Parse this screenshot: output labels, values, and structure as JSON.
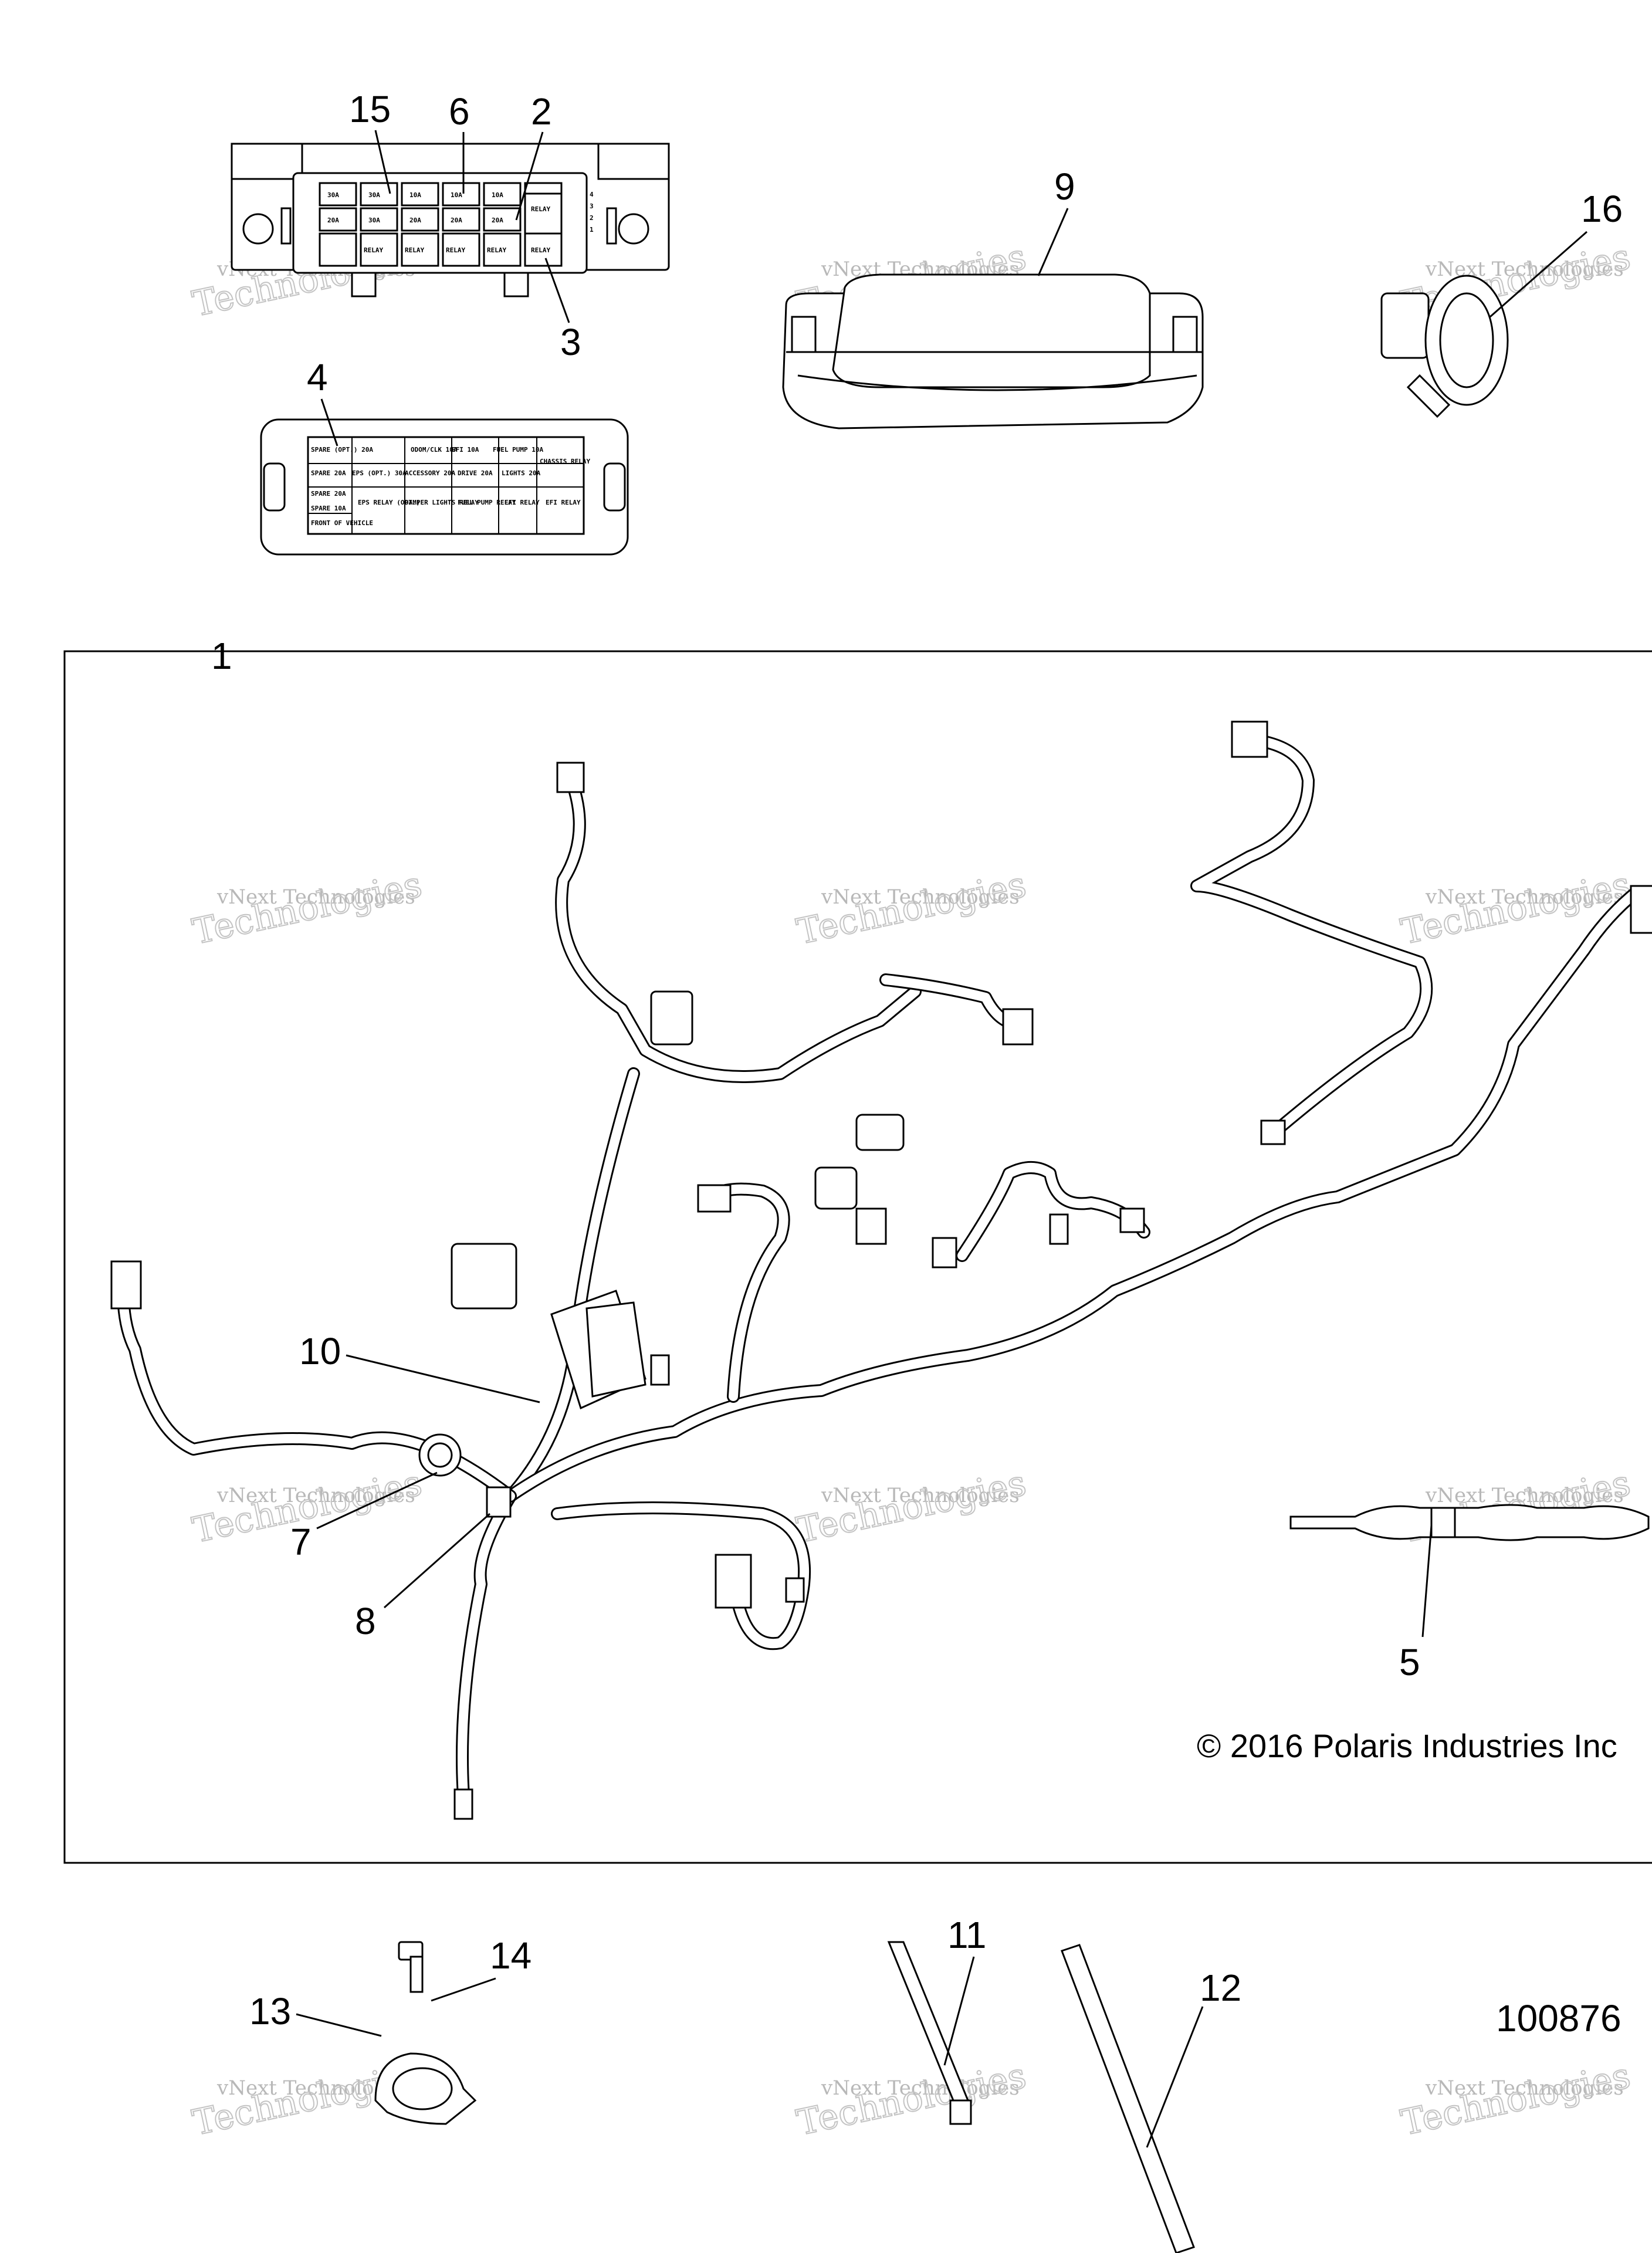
{
  "figure_id": "100876",
  "copyright": "© 2016 Polaris Industries Inc",
  "watermark": {
    "line1": "vNext Technologies",
    "line2": "Technologies"
  },
  "callouts": {
    "c1": "1",
    "c2": "2",
    "c3": "3",
    "c4": "4",
    "c5": "5",
    "c6": "6",
    "c7": "7",
    "c8": "8",
    "c9": "9",
    "c10": "10",
    "c11": "11",
    "c12": "12",
    "c13": "13",
    "c14": "14",
    "c15": "15",
    "c16": "16"
  },
  "relay_box_labels": {
    "r1": [
      "30A",
      "30A",
      "10A",
      "10A",
      "10A"
    ],
    "r2": [
      "20A",
      "30A",
      "20A",
      "20A",
      "20A"
    ],
    "relay": "RELAY",
    "side": [
      "4",
      "3",
      "2",
      "1"
    ]
  },
  "fuse_cover": {
    "cells": [
      "SPARE (OPT.) 20A",
      "",
      "ODOM/CLK 10A",
      "EFI 10A",
      "FUEL PUMP 10A",
      "CHASSIS RELAY",
      "SPARE 20A",
      "EPS (OPT.) 30A",
      "ACCESSORY 20A",
      "DRIVE 20A",
      "LIGHTS 20A",
      "",
      "SPARE 20A",
      "",
      "",
      "",
      "",
      "",
      "SPARE 10A",
      "EPS RELAY (OPT.)",
      "DAMPER LIGHTS RELAY",
      "FUEL PUMP RELAY",
      "EFI RELAY",
      "EFI RELAY"
    ],
    "front": "FRONT OF VEHICLE"
  }
}
